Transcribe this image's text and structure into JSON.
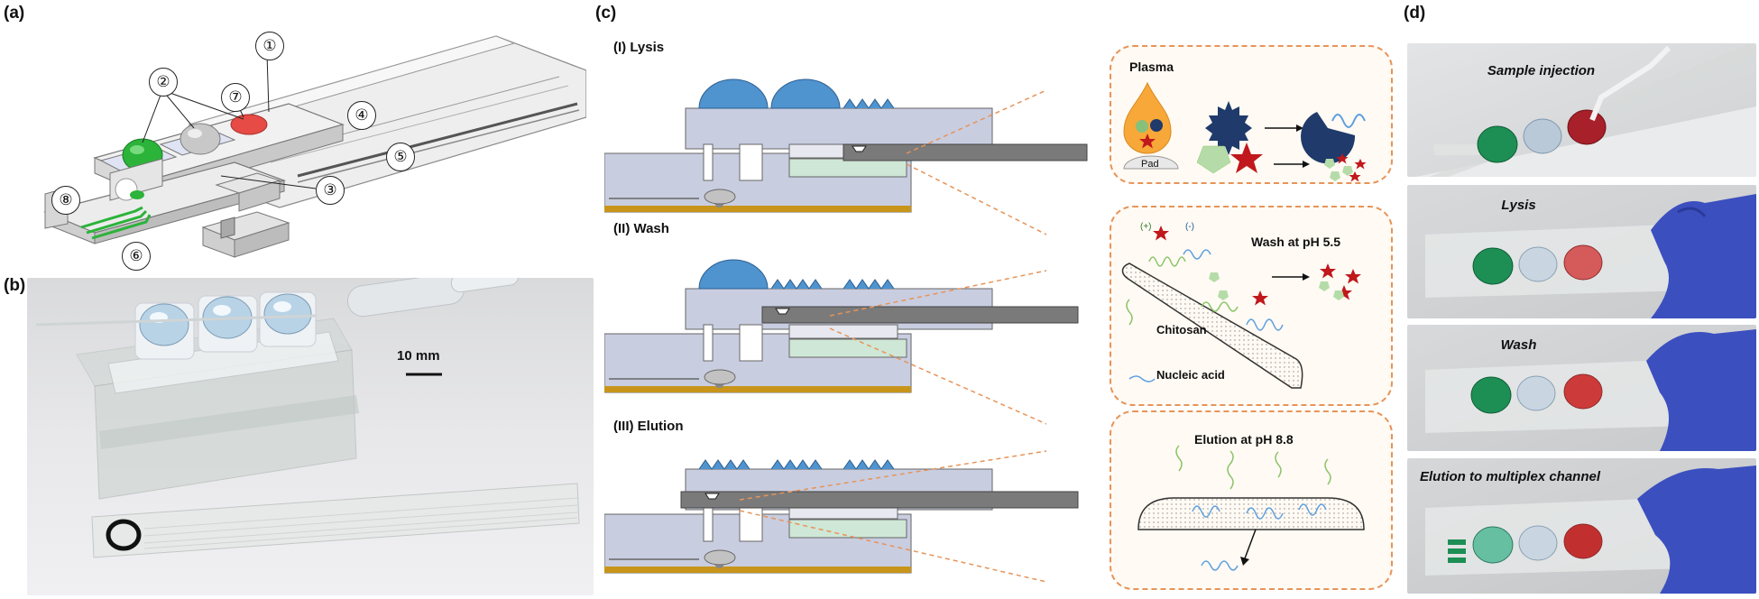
{
  "panels": {
    "a": {
      "letter": "(a)",
      "callouts": [
        "①",
        "②",
        "③",
        "④",
        "⑤",
        "⑥",
        "⑦",
        "⑧"
      ]
    },
    "b": {
      "letter": "(b)",
      "scale_bar": "10 mm"
    },
    "c": {
      "letter": "(c)",
      "stages": [
        {
          "title": "(I) Lysis"
        },
        {
          "title": "(II) Wash"
        },
        {
          "title": "(III) Elution"
        }
      ],
      "lysis_bubble": {
        "plasma": "Plasma",
        "pad": "Pad"
      },
      "wash_bubble": {
        "title": "Wash at pH 5.5",
        "chitosan": "Chitosan",
        "nucleic": "Nucleic acid",
        "plus": "(+)",
        "minus": "(-)"
      },
      "elution_bubble": {
        "title": "Elution at pH 8.8"
      }
    },
    "d": {
      "letter": "(d)",
      "captions": [
        "Sample injection",
        "Lysis",
        "Wash",
        "Elution to multiplex channel"
      ]
    }
  },
  "colors": {
    "dashed_border": "#e6945a",
    "chip_body": "#c9cde0",
    "blister_blue": "#4f93cf",
    "base_gold": "#c8951a",
    "green_reservoir": "#2ea43c",
    "red_reservoir": "#e05050",
    "nucleic_blue": "#5f9fe0",
    "chitosan_green": "#8bc56a",
    "star_red": "#c0181c",
    "spiky_navy": "#1f3a6b"
  }
}
